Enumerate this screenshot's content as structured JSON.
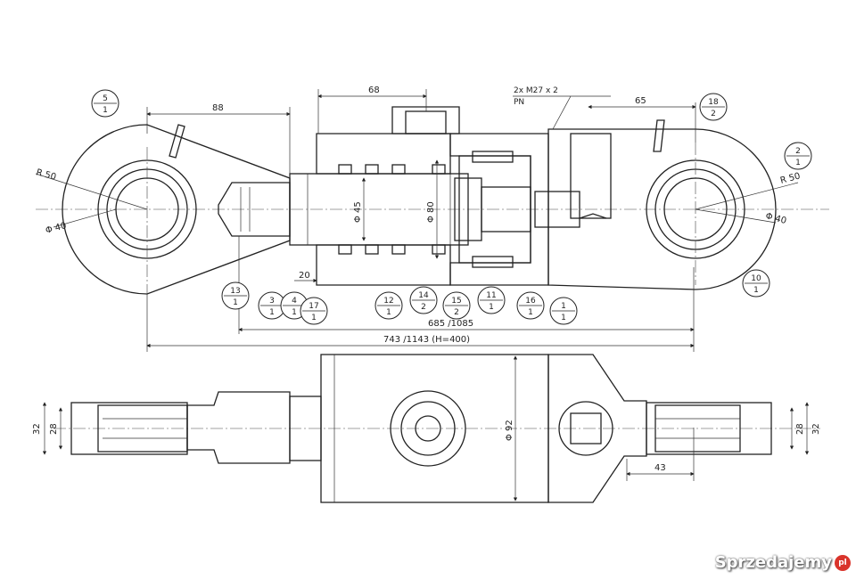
{
  "dimensions": {
    "top_left": "88",
    "cyl_top": "68",
    "port": "2x M27 x 2",
    "port_sub": "PN",
    "right_top": "65",
    "radius_left": "R 50",
    "radius_right": "R 50",
    "dia_left": "Φ 40",
    "dia_right": "Φ 40",
    "rod_dia": "Φ 45",
    "bore_dia": "Φ 80",
    "d20": "20",
    "stroke_len": "685 /1085",
    "total_len": "743 /1143  (H=400)",
    "w32_left": "32",
    "w28_left": "28",
    "w32_right": "32",
    "w28_right": "28",
    "body_dia": "Φ 92",
    "d43": "43"
  },
  "balloons": [
    {
      "top": "5",
      "bottom": "1"
    },
    {
      "top": "18",
      "bottom": "2"
    },
    {
      "top": "2",
      "bottom": "1"
    },
    {
      "top": "10",
      "bottom": "1"
    },
    {
      "top": "13",
      "bottom": "1"
    },
    {
      "top": "3",
      "bottom": "1"
    },
    {
      "top": "4",
      "bottom": "1"
    },
    {
      "top": "17",
      "bottom": "1"
    },
    {
      "top": "12",
      "bottom": "1"
    },
    {
      "top": "14",
      "bottom": "2"
    },
    {
      "top": "15",
      "bottom": "2"
    },
    {
      "top": "11",
      "bottom": "1"
    },
    {
      "top": "16",
      "bottom": "1"
    },
    {
      "top": "1",
      "bottom": "1"
    }
  ],
  "watermark": {
    "text": "Sprzedajemy",
    "badge": "pl"
  }
}
